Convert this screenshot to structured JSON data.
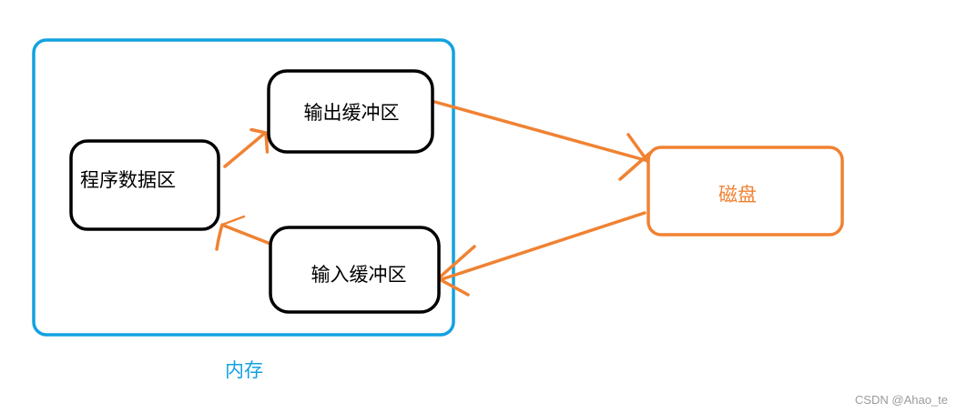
{
  "diagram": {
    "container": {
      "label": "内存",
      "border_color": "#12a1e0",
      "label_color": "#12a1e0"
    },
    "nodes": [
      {
        "id": "program-data-area",
        "label": "程序数据区",
        "border_color": "#000000",
        "label_color": "#000000"
      },
      {
        "id": "output-buffer",
        "label": "输出缓冲区",
        "border_color": "#000000",
        "label_color": "#000000"
      },
      {
        "id": "input-buffer",
        "label": "输入缓冲区",
        "border_color": "#000000",
        "label_color": "#000000"
      },
      {
        "id": "disk",
        "label": "磁盘",
        "border_color": "#f08232",
        "label_color": "#f08232"
      }
    ],
    "edges": [
      {
        "from": "程序数据区",
        "to": "输出缓冲区",
        "color": "#f08232"
      },
      {
        "from": "输出缓冲区",
        "to": "磁盘",
        "color": "#f08232"
      },
      {
        "from": "磁盘",
        "to": "输入缓冲区",
        "color": "#f08232"
      },
      {
        "from": "输入缓冲区",
        "to": "程序数据区",
        "color": "#f08232"
      }
    ]
  },
  "watermark": {
    "text": "CSDN @Ahao_te",
    "color": "#9b9b9b"
  }
}
